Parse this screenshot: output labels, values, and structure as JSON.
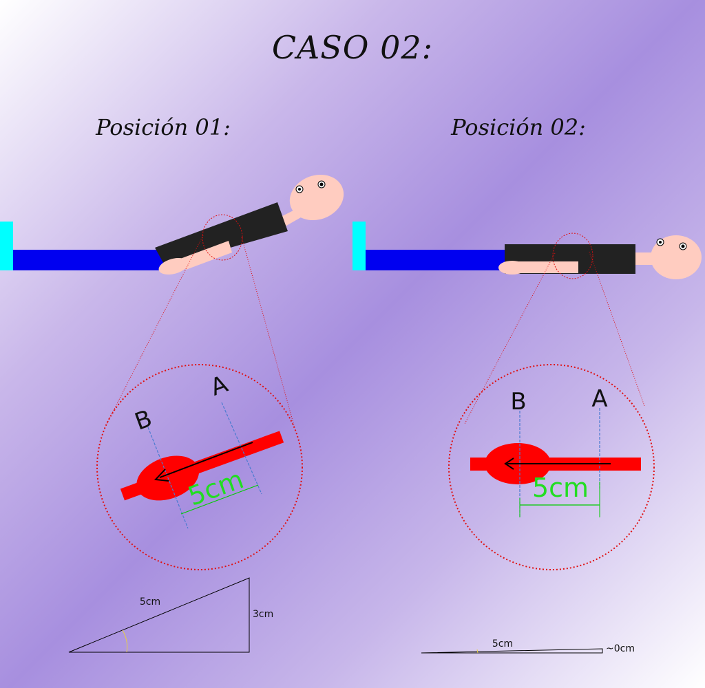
{
  "title": "CASO 02:",
  "positions": [
    {
      "heading": "Posición 01:",
      "zoom_point_a": "A",
      "zoom_point_b": "B",
      "zoom_distance": "5cm",
      "triangle_hypotenuse": "5cm",
      "triangle_opposite": "3cm"
    },
    {
      "heading": "Posición 02:",
      "zoom_point_a": "A",
      "zoom_point_b": "B",
      "zoom_distance": "5cm",
      "triangle_hypotenuse": "5cm",
      "triangle_opposite": "~0cm"
    }
  ],
  "colors": {
    "bed": "#0000f0",
    "headboard": "#00ffff",
    "shirt": "#222222",
    "skin": "#ffccc0",
    "organ": "#ff0000",
    "measure": "#00cc00",
    "guide": "#4a7bd0",
    "magnifier": "#e01010"
  }
}
